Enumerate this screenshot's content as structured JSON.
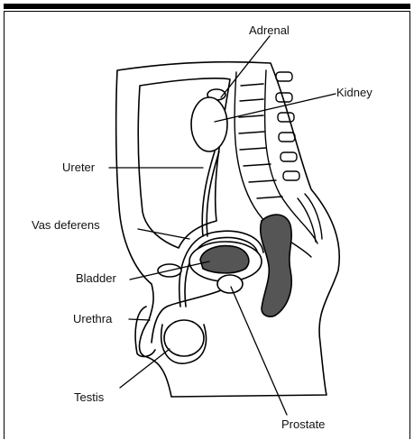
{
  "labels": {
    "adrenal": "Adrenal",
    "kidney": "Kidney",
    "ureter": "Ureter",
    "vas_deferens": "Vas deferens",
    "bladder": "Bladder",
    "urethra": "Urethra",
    "testis": "Testis",
    "prostate": "Prostate"
  },
  "colors": {
    "line": "#000000",
    "fill_dark": "#555555",
    "fill_light": "#ffffff"
  }
}
